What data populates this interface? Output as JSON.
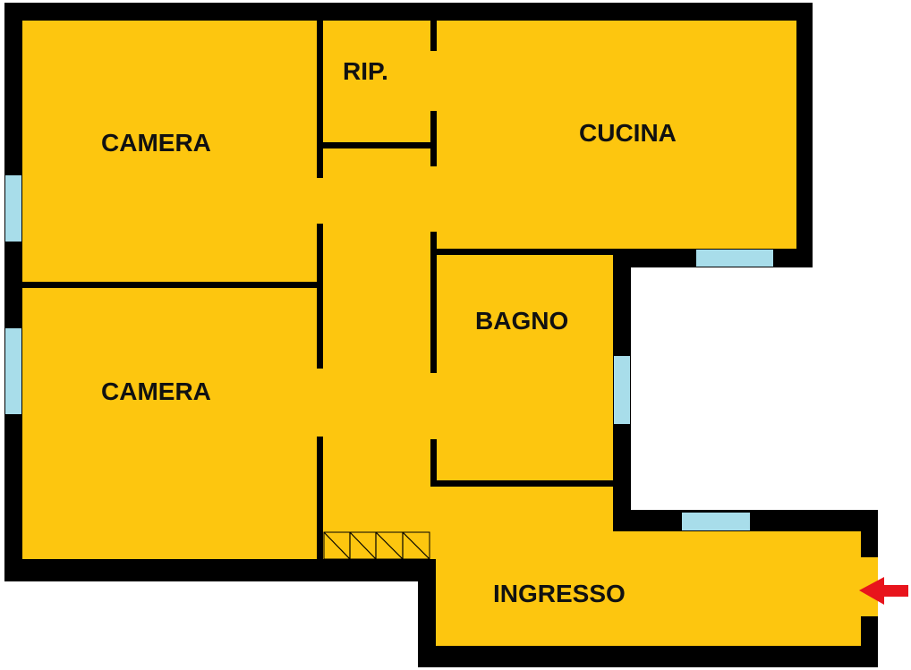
{
  "colors": {
    "floor": "#FDC60F",
    "wall": "#000000",
    "window": "#A8DDEA",
    "entrance_arrow": "#E8141C"
  },
  "rooms": {
    "camera_top": "CAMERA",
    "ripostiglio": "RIP.",
    "cucina": "CUCINA",
    "camera_bottom": "CAMERA",
    "bagno": "BAGNO",
    "ingresso": "INGRESSO"
  },
  "icons": {
    "entrance": "arrow-left-icon",
    "stairs": "stairs-icon"
  }
}
